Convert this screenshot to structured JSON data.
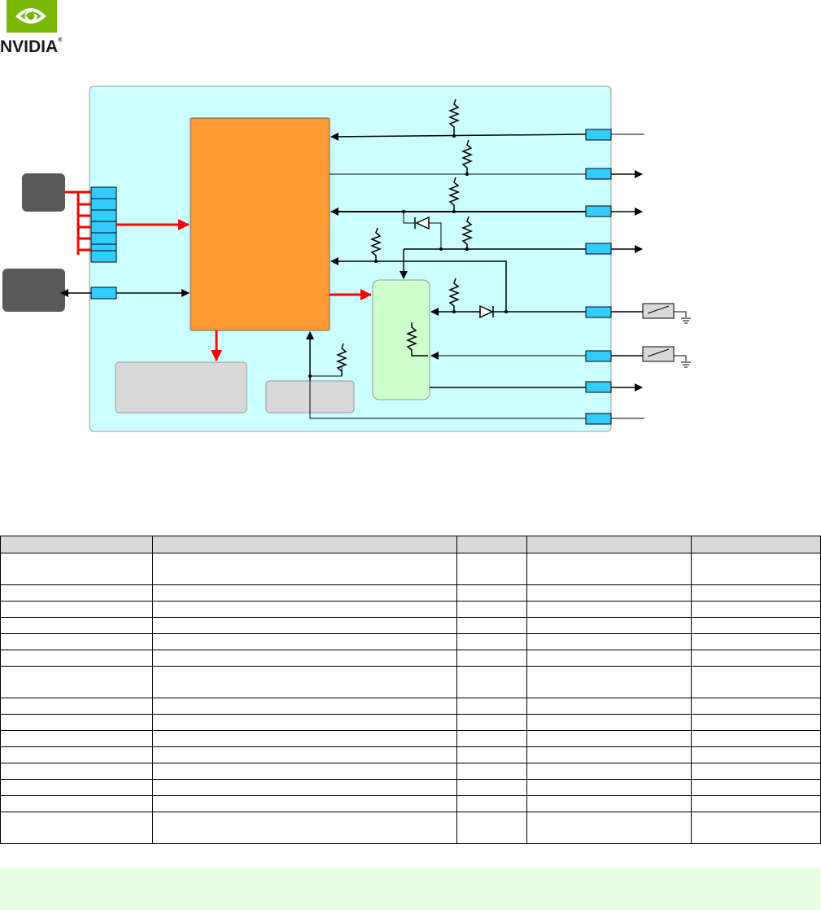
{
  "logo": {
    "wordmark": "NVIDIA",
    "reg": "®"
  },
  "diagram": {
    "colors": {
      "board": "#ccffff",
      "processor": "#ff9933",
      "pmic": "#ccffcc",
      "external_block": "#595959",
      "grey_block": "#d9d9d9",
      "connector_pin": "#33ccff",
      "bus": "#ff0000",
      "switch": "#d9d9d9"
    }
  },
  "table": {
    "columns": 5,
    "row_count": 16,
    "tall_rows": [
      1,
      7,
      15
    ]
  },
  "note": {
    "color": "#e6ffe0"
  }
}
